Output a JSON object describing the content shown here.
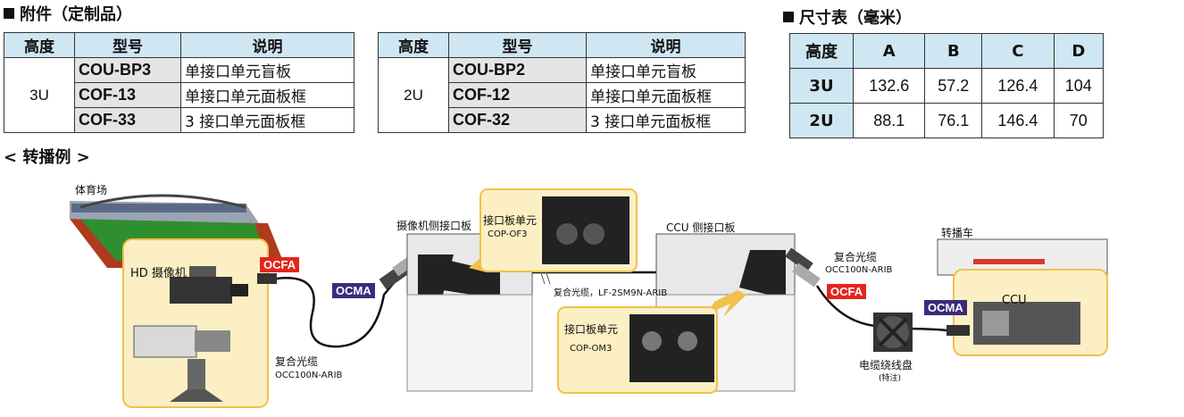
{
  "accessories": {
    "title": "附件（定制品）",
    "headers": [
      "高度",
      "型号",
      "说明"
    ],
    "groups": [
      {
        "height": "3U",
        "rows": [
          {
            "model": "COU-BP3",
            "desc": "单接口单元盲板"
          },
          {
            "model": "COF-13",
            "desc": "单接口单元面板框"
          },
          {
            "model": "COF-33",
            "desc": "3 接口单元面板框"
          }
        ]
      },
      {
        "height": "2U",
        "rows": [
          {
            "model": "COU-BP2",
            "desc": "单接口单元盲板"
          },
          {
            "model": "COF-12",
            "desc": "单接口单元面板框"
          },
          {
            "model": "COF-32",
            "desc": "3 接口单元面板框"
          }
        ]
      }
    ]
  },
  "dimensions": {
    "title": "尺寸表（毫米）",
    "headers": [
      "高度",
      "A",
      "B",
      "C",
      "D"
    ],
    "rows": [
      {
        "label": "3U",
        "values": [
          "132.6",
          "57.2",
          "126.4",
          "104"
        ]
      },
      {
        "label": "2U",
        "values": [
          "88.1",
          "76.1",
          "146.4",
          "70"
        ]
      }
    ]
  },
  "example": {
    "title": "< 转播例 >",
    "stadium": "体育场",
    "camera": "HD 摄像机",
    "ocfa": "OCFA",
    "ocma": "OCMA",
    "cable_left": "复合光缆",
    "cable_left_model": "OCC100N-ARIB",
    "camera_side_panel": "摄像机侧接口板",
    "unit_top_label": "接口板单元",
    "unit_top_model": "COP-OF3",
    "middle_cable": "复合光缆，LF-2SM9N-ARIB",
    "ccu_side_panel": "CCU 侧接口板",
    "unit_bottom_label": "接口板单元",
    "unit_bottom_model": "COP-OM3",
    "cable_right": "复合光缆",
    "cable_right_model": "OCC100N-ARIB",
    "ocfa_right": "OCFA",
    "ocma_right": "OCMA",
    "ob_van": "转播车",
    "ccu": "CCU",
    "reel": "电缆绕线盘",
    "reel_note": "(特注)"
  },
  "colors": {
    "ocfa": "#e3261d",
    "ocma": "#3b2a7c",
    "header_blue": "#cfe6f3",
    "yellow_fill": "#fcefc4",
    "yellow_border": "#f2c04a"
  }
}
